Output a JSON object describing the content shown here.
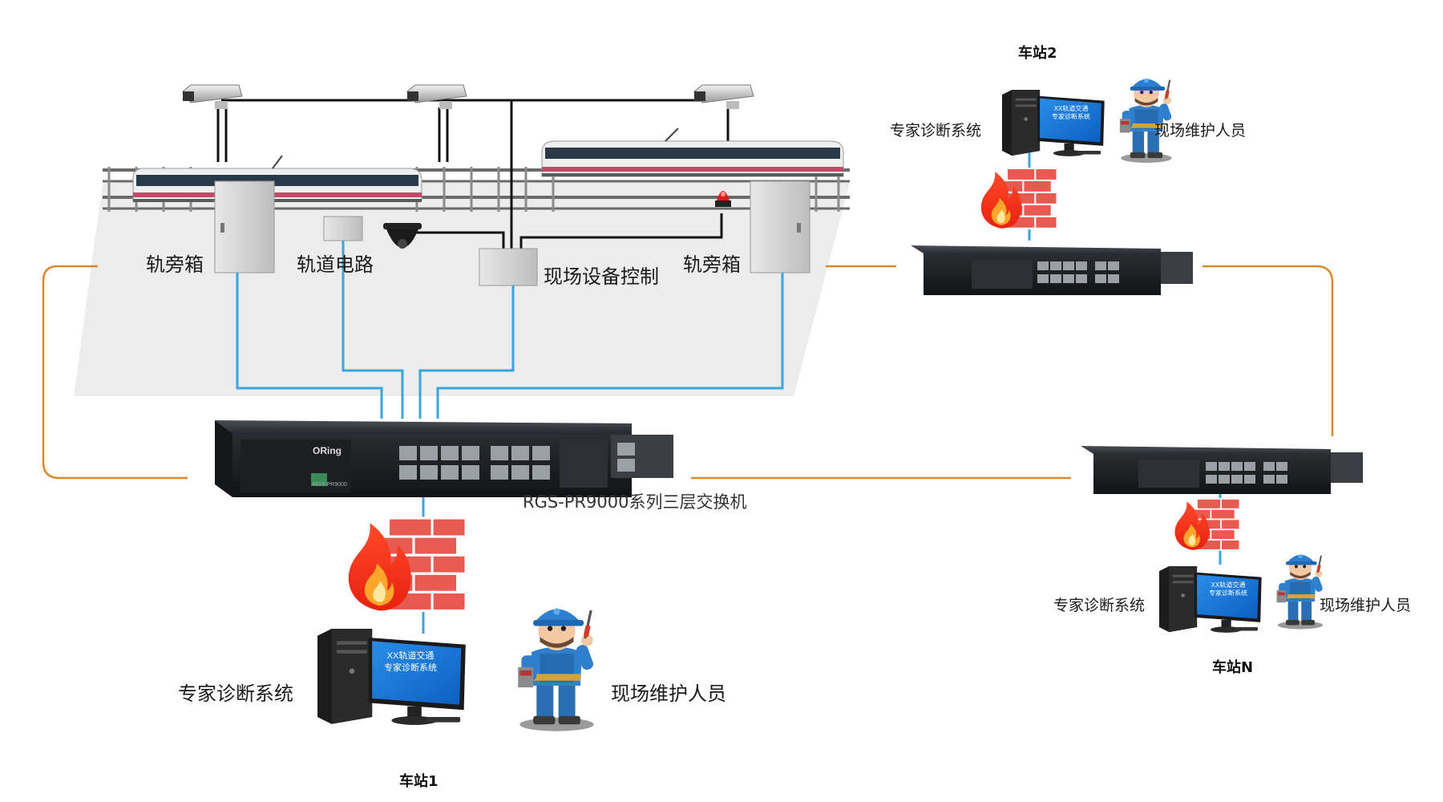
{
  "labels": {
    "trackside_box_left": "轨旁箱",
    "track_circuit": "轨道电路",
    "field_control": "现场设备控制",
    "trackside_box_right": "轨旁箱",
    "switch_model": "RGS-PR9000系列三层交换机"
  },
  "stations": {
    "s1": {
      "name": "车站1",
      "expert": "专家诊断系统",
      "staff": "现场维护人员"
    },
    "s2": {
      "name": "车站2",
      "expert": "专家诊断系统",
      "staff": "现场维护人员"
    },
    "sn": {
      "name": "车站N",
      "expert": "专家诊断系统",
      "staff": "现场维护人员"
    }
  },
  "monitor_text": {
    "line1": "XX轨道交通",
    "line2": "专家诊断系统"
  },
  "switch_brand": "ORing",
  "switch_small_label": "RGS-PR9000",
  "colors": {
    "ring": "#d98a2b",
    "access": "#3aa5dd",
    "cable": "#111111",
    "zone": "#ececec"
  }
}
